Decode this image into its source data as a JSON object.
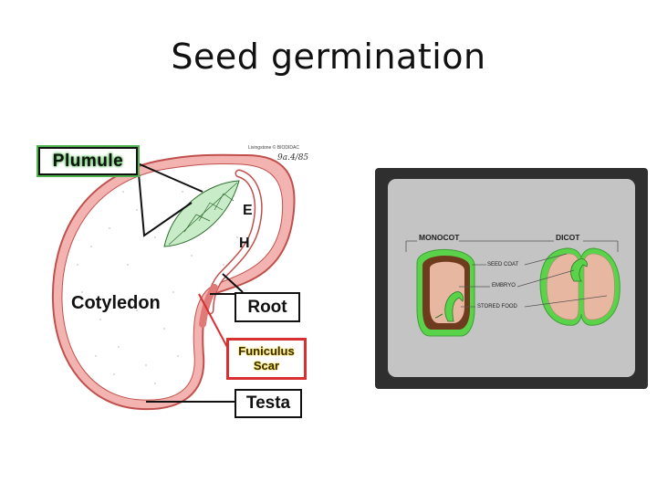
{
  "title": "Seed germination",
  "bean_diagram": {
    "labels": {
      "plumule": "Plumule",
      "epicotyl": "E",
      "hypocotyl": "H",
      "cotyledon": "Cotyledon",
      "root": "Root",
      "funiculus_line1": "Funiculus",
      "funiculus_line2": "Scar",
      "testa": "Testa"
    },
    "credit": "Livingstone © BIODIDAC",
    "signature": "9a.4/85",
    "colors": {
      "testa_outline": "#c0504d",
      "testa_fill": "#f3b3b0",
      "plumule_leaf": "#c8ecc8",
      "plumule_highlight": "#4fb34f",
      "funiculus_border": "#d83030",
      "funiculus_text_glow": "#f0d000"
    }
  },
  "seed_comparison": {
    "monocot_label": "MONOCOT",
    "dicot_label": "DICOT",
    "seed_coat_label": "SEED COAT",
    "embryo_label": "EMBRYO",
    "stored_food_label": "STORED FOOD",
    "colors": {
      "frame": "#2f2f2f",
      "background": "#c4c4c4",
      "seed_coat": "#5ad34a",
      "monocot_shell": "#6e3b1e",
      "stored_food": "#e8b7a2"
    }
  }
}
